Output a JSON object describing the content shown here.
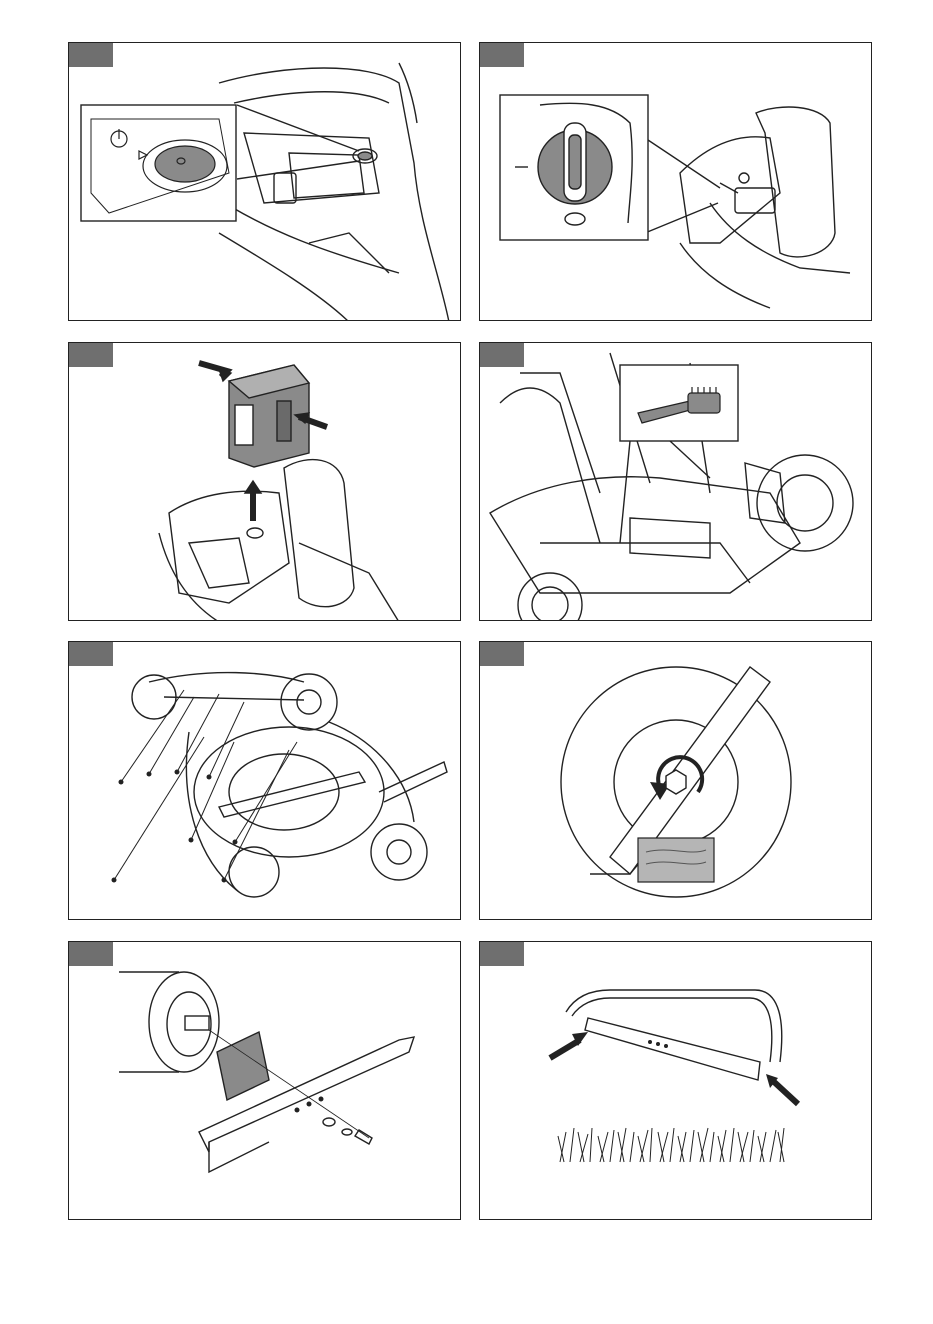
{
  "page": {
    "figures": [
      {
        "id": "fig1",
        "icon": "start-button-closeup-icon"
      },
      {
        "id": "fig2",
        "icon": "safety-key-switch-icon"
      },
      {
        "id": "fig3",
        "icon": "battery-removal-icon"
      },
      {
        "id": "fig4",
        "icon": "brush-cleaning-icon"
      },
      {
        "id": "fig5",
        "icon": "mower-underside-screws-icon"
      },
      {
        "id": "fig6",
        "icon": "blade-bolt-rotation-icon"
      },
      {
        "id": "fig7",
        "icon": "blade-assembly-exploded-icon"
      },
      {
        "id": "fig8",
        "icon": "blade-sharpening-edges-icon"
      }
    ],
    "colors": {
      "tab": "#6f6f6f",
      "line": "#222222",
      "fill_gray": "#8a8a8a",
      "wood": "#b5b5b5"
    }
  }
}
